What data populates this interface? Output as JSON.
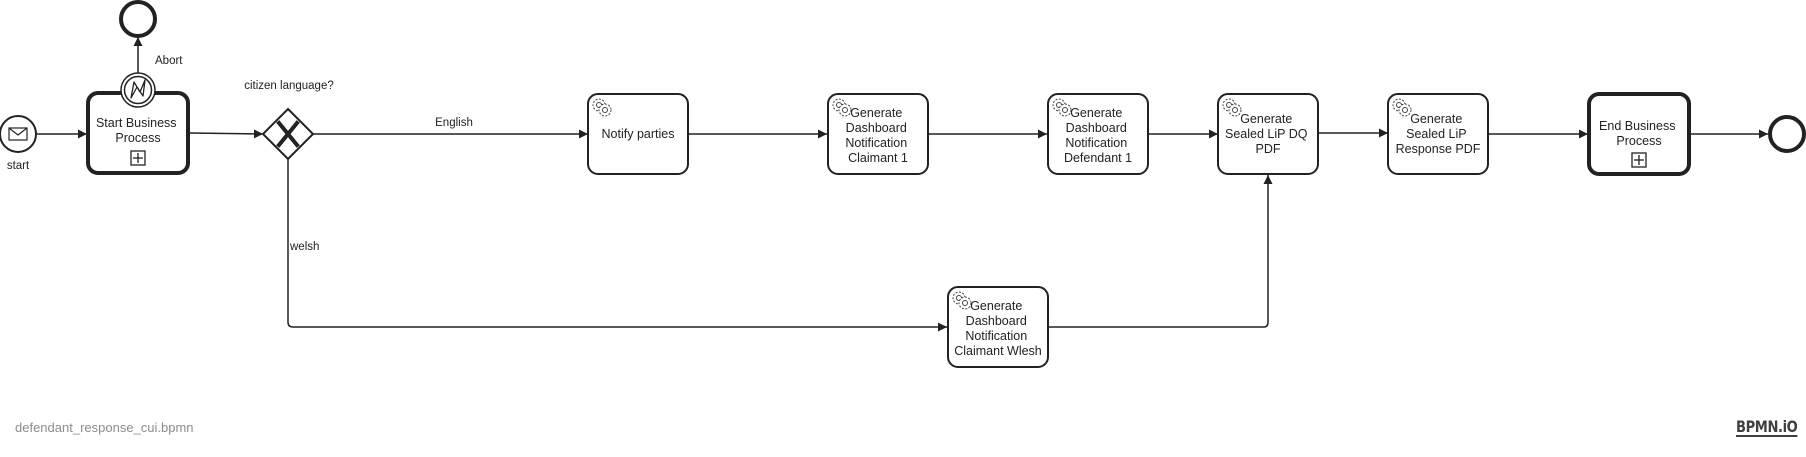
{
  "diagram": {
    "filename": "defendant_response_cui.bpmn",
    "brand": "BPMN.iO",
    "start_event_label": "start",
    "boundary_event_label": "Abort",
    "gateway_label": "citizen language?",
    "flow_labels": {
      "english": "English",
      "welsh": "welsh"
    },
    "tasks": {
      "start_business_process": [
        "Start Business",
        "Process"
      ],
      "notify_parties": [
        "Notify parties"
      ],
      "dashboard_claimant": [
        "Generate",
        "Dashboard",
        "Notification",
        "Claimant 1"
      ],
      "dashboard_defendant": [
        "Generate",
        "Dashboard",
        "Notification",
        "Defendant 1"
      ],
      "sealed_dq": [
        "Generate",
        "Sealed LiP DQ",
        "PDF"
      ],
      "sealed_response": [
        "Generate",
        "Sealed LiP",
        "Response PDF"
      ],
      "end_business_process": [
        "End Business",
        "Process"
      ],
      "dashboard_welsh": [
        "Generate",
        "Dashboard",
        "Notification",
        "Claimant Wlesh"
      ]
    }
  }
}
